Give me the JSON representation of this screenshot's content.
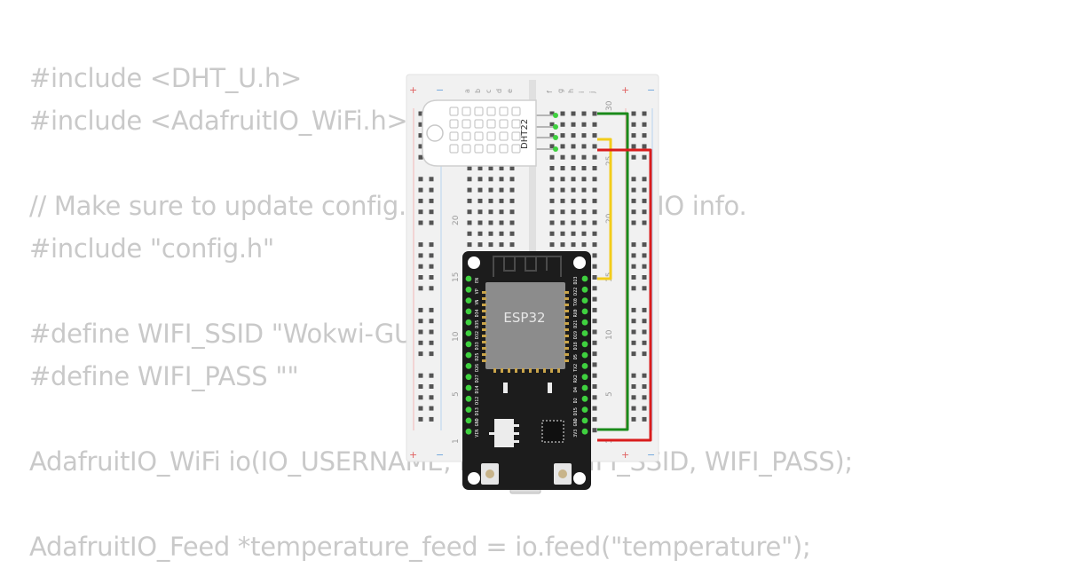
{
  "code_lines": [
    "#include <DHT_U.h>",
    "#include <AdafruitIO_WiFi.h>",
    "",
    "// Make sure to update config.h with your AdafruitIO info.",
    "#include \"config.h\"",
    "",
    "#define WIFI_SSID \"Wokwi-GUEST\"",
    "#define WIFI_PASS \"\"",
    "",
    "AdafruitIO_WiFi io(IO_USERNAME, IO_KEY, WIFI_SSID, WIFI_PASS);",
    "",
    "AdafruitIO_Feed *temperature_feed = io.feed(\"temperature\");"
  ],
  "breadboard": {
    "rail_plus": "+",
    "rail_minus": "−",
    "col_letters_left": [
      "a",
      "b",
      "c",
      "d",
      "e"
    ],
    "col_letters_right": [
      "f",
      "g",
      "h",
      "i",
      "j"
    ],
    "row_numbers": [
      "30",
      "25",
      "20",
      "15",
      "10",
      "5",
      "1"
    ]
  },
  "sensor": {
    "label": "DHT22"
  },
  "mcu": {
    "label": "ESP32",
    "left_pins": [
      "EN",
      "VP",
      "VN",
      "D34",
      "D35",
      "D32",
      "D33",
      "D25",
      "D26",
      "D27",
      "D14",
      "D12",
      "D13",
      "GND",
      "VIN"
    ],
    "right_pins": [
      "D23",
      "D22",
      "TX0",
      "RX0",
      "D21",
      "D19",
      "D18",
      "D5",
      "TX2",
      "RX2",
      "D4",
      "D2",
      "D15",
      "GND",
      "3V3"
    ]
  },
  "colors": {
    "wire_green": "#1a8a1a",
    "wire_yellow": "#f2cc1a",
    "wire_red": "#d91c1c",
    "pin_green": "#3fd13f",
    "board_black": "#1c1c1c",
    "chip_gray": "#8c8c8c"
  }
}
